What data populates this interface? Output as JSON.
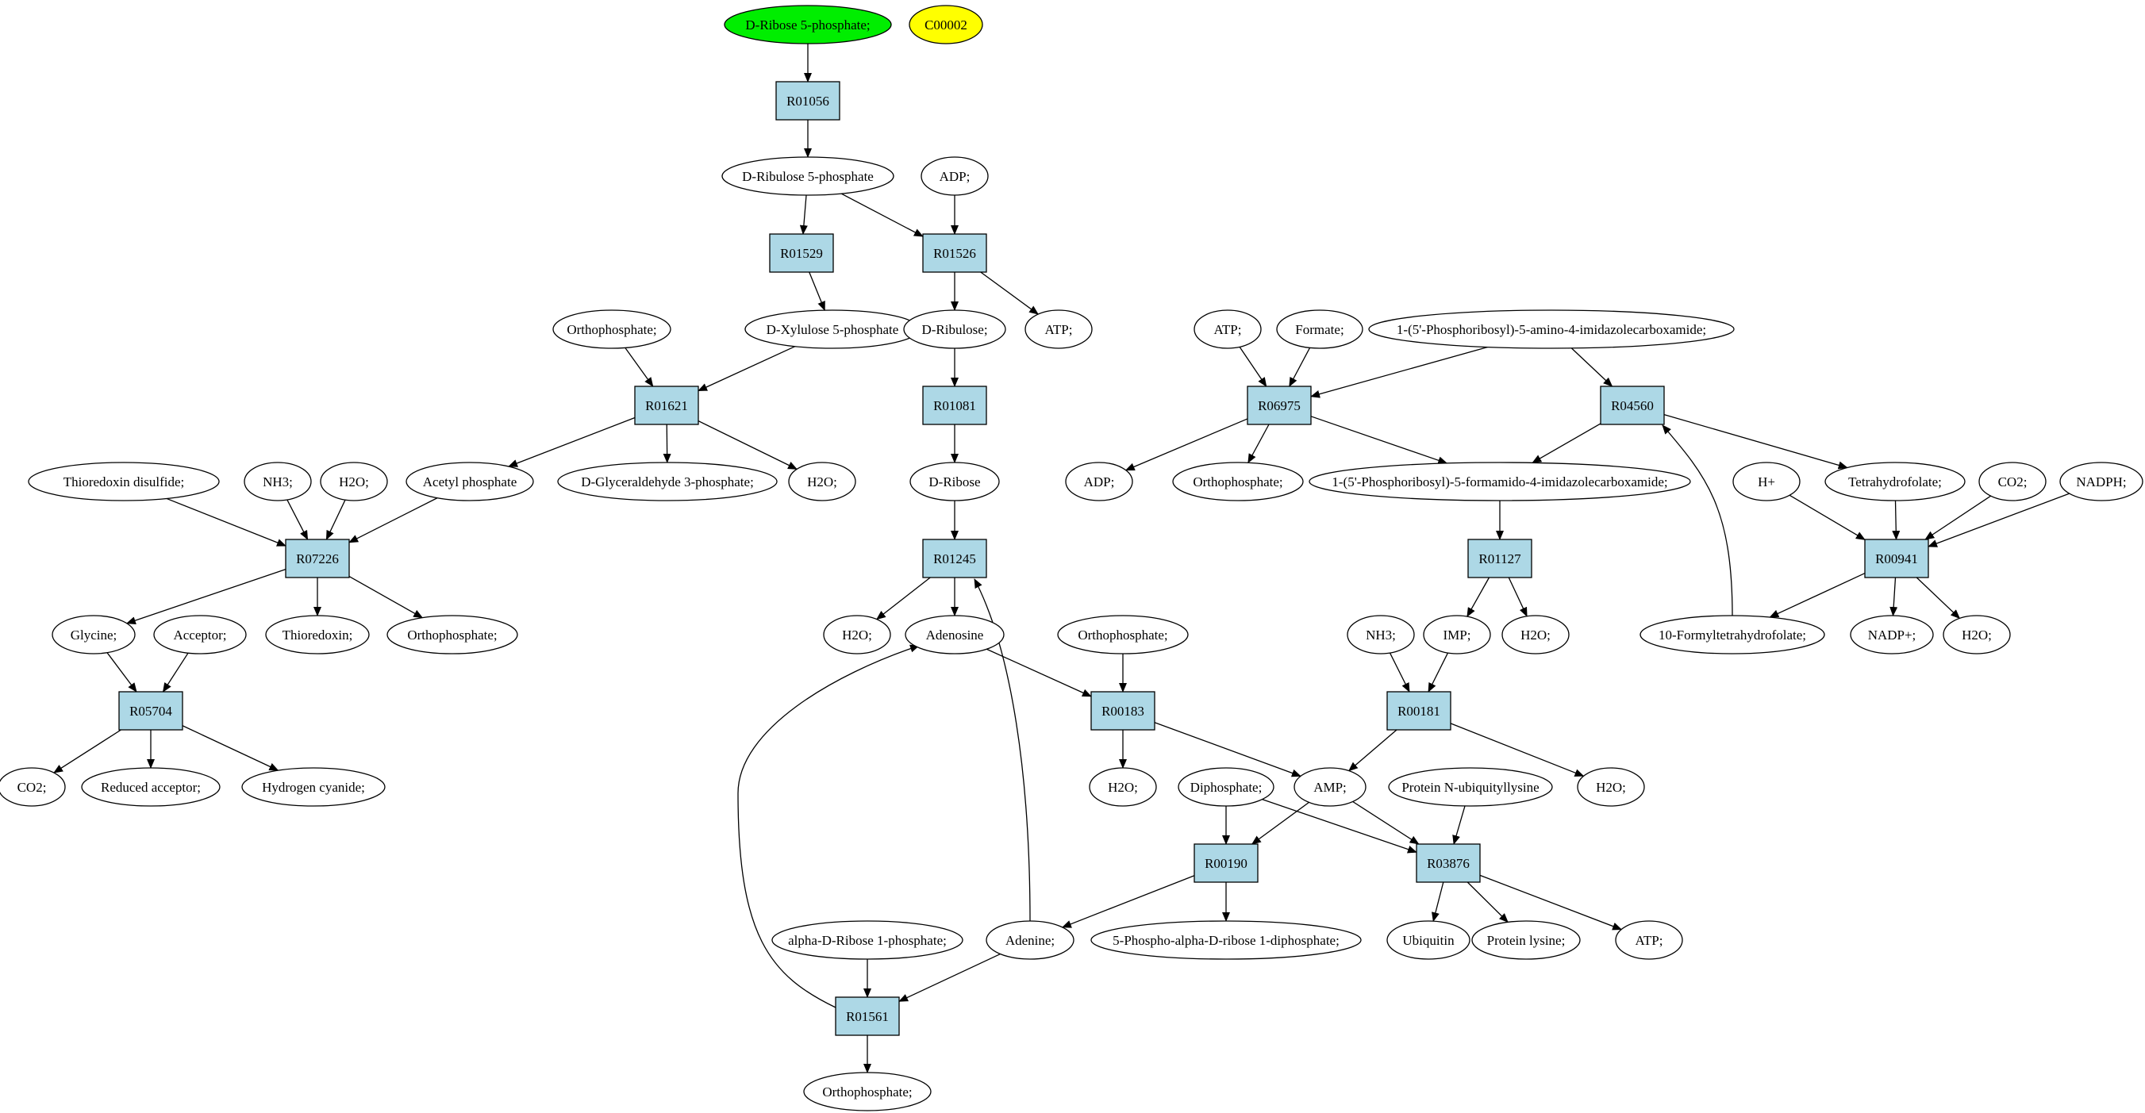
{
  "colors": {
    "start_compound": "#00ee00",
    "target_compound": "#ffff00",
    "reaction": "#add8e6",
    "compound": "#ffffff"
  },
  "legend": {
    "start": "D-Ribose 5-phosphate;",
    "target": "C00002"
  },
  "reactions": [
    {
      "id": "r_R01056",
      "label": "R01056"
    },
    {
      "id": "r_R01529",
      "label": "R01529"
    },
    {
      "id": "r_R01526",
      "label": "R01526"
    },
    {
      "id": "r_R01621",
      "label": "R01621"
    },
    {
      "id": "r_R01081",
      "label": "R01081"
    },
    {
      "id": "r_R07226",
      "label": "R07226"
    },
    {
      "id": "r_R01245",
      "label": "R01245"
    },
    {
      "id": "r_R05704",
      "label": "R05704"
    },
    {
      "id": "r_R00183",
      "label": "R00183"
    },
    {
      "id": "r_R06975",
      "label": "R06975"
    },
    {
      "id": "r_R04560",
      "label": "R04560"
    },
    {
      "id": "r_R01127",
      "label": "R01127"
    },
    {
      "id": "r_R00181",
      "label": "R00181"
    },
    {
      "id": "r_R00941",
      "label": "R00941"
    },
    {
      "id": "r_R00190",
      "label": "R00190"
    },
    {
      "id": "r_R03876",
      "label": "R03876"
    },
    {
      "id": "r_R01561",
      "label": "R01561"
    }
  ],
  "compounds": [
    {
      "id": "c_rib5p",
      "label": "D-Ribose 5-phosphate;",
      "style": "green"
    },
    {
      "id": "c_c00002",
      "label": "C00002",
      "style": "yellow"
    },
    {
      "id": "c_ru5p",
      "label": "D-Ribulose 5-phosphate"
    },
    {
      "id": "c_adp1",
      "label": "ADP;"
    },
    {
      "id": "c_xu5p",
      "label": "D-Xylulose 5-phosphate"
    },
    {
      "id": "c_pi1",
      "label": "Orthophosphate;"
    },
    {
      "id": "c_ribulose",
      "label": "D-Ribulose;"
    },
    {
      "id": "c_atp1",
      "label": "ATP;"
    },
    {
      "id": "c_atp2",
      "label": "ATP;"
    },
    {
      "id": "c_formate",
      "label": "Formate;"
    },
    {
      "id": "c_aicar",
      "label": "1-(5'-Phosphoribosyl)-5-amino-4-imidazolecarboxamide;"
    },
    {
      "id": "c_trx_ss",
      "label": "Thioredoxin disulfide;"
    },
    {
      "id": "c_nh3_1",
      "label": "NH3;"
    },
    {
      "id": "c_h2o_1",
      "label": "H2O;"
    },
    {
      "id": "c_acp",
      "label": "Acetyl phosphate"
    },
    {
      "id": "c_g3p",
      "label": "D-Glyceraldehyde 3-phosphate;"
    },
    {
      "id": "c_h2o_2",
      "label": "H2O;"
    },
    {
      "id": "c_ribose",
      "label": "D-Ribose"
    },
    {
      "id": "c_adp2",
      "label": "ADP;"
    },
    {
      "id": "c_pi2",
      "label": "Orthophosphate;"
    },
    {
      "id": "c_faicar",
      "label": "1-(5'-Phosphoribosyl)-5-formamido-4-imidazolecarboxamide;"
    },
    {
      "id": "c_hplus",
      "label": "H+"
    },
    {
      "id": "c_thf",
      "label": "Tetrahydrofolate;"
    },
    {
      "id": "c_co2_1",
      "label": "CO2;"
    },
    {
      "id": "c_nadph",
      "label": "NADPH;"
    },
    {
      "id": "c_glycine",
      "label": "Glycine;"
    },
    {
      "id": "c_acceptor",
      "label": "Acceptor;"
    },
    {
      "id": "c_trx",
      "label": "Thioredoxin;"
    },
    {
      "id": "c_pi3",
      "label": "Orthophosphate;"
    },
    {
      "id": "c_h2o_3",
      "label": "H2O;"
    },
    {
      "id": "c_adenosine",
      "label": "Adenosine"
    },
    {
      "id": "c_pi4",
      "label": "Orthophosphate;"
    },
    {
      "id": "c_nh3_2",
      "label": "NH3;"
    },
    {
      "id": "c_imp",
      "label": "IMP;"
    },
    {
      "id": "c_h2o_4",
      "label": "H2O;"
    },
    {
      "id": "c_fthf",
      "label": "10-Formyltetrahydrofolate;"
    },
    {
      "id": "c_nadp",
      "label": "NADP+;"
    },
    {
      "id": "c_h2o_5",
      "label": "H2O;"
    },
    {
      "id": "c_co2_2",
      "label": "CO2;"
    },
    {
      "id": "c_redacc",
      "label": "Reduced acceptor;"
    },
    {
      "id": "c_hcn",
      "label": "Hydrogen cyanide;"
    },
    {
      "id": "c_h2o_6",
      "label": "H2O;"
    },
    {
      "id": "c_diphos",
      "label": "Diphosphate;"
    },
    {
      "id": "c_amp",
      "label": "AMP;"
    },
    {
      "id": "c_protubi",
      "label": "Protein N-ubiquityllysine"
    },
    {
      "id": "c_h2o_7",
      "label": "H2O;"
    },
    {
      "id": "c_ar1p",
      "label": "alpha-D-Ribose 1-phosphate;"
    },
    {
      "id": "c_adenine",
      "label": "Adenine;"
    },
    {
      "id": "c_prpp",
      "label": "5-Phospho-alpha-D-ribose 1-diphosphate;"
    },
    {
      "id": "c_ubiquitin",
      "label": "Ubiquitin"
    },
    {
      "id": "c_protlys",
      "label": "Protein lysine;"
    },
    {
      "id": "c_atp3",
      "label": "ATP;"
    },
    {
      "id": "c_pi5",
      "label": "Orthophosphate;"
    }
  ]
}
